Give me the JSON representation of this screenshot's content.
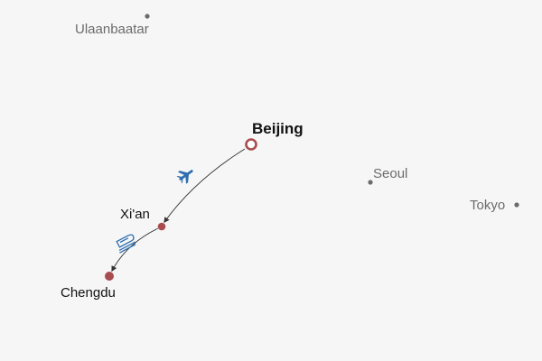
{
  "map": {
    "background": "#f6f6f6",
    "route_color": "#333333",
    "stop_color": "#a84c50",
    "city_dot_color": "#6b6b6b",
    "transport_icon_color": "#2f6fb0"
  },
  "cities": {
    "ulaanbaatar": {
      "name": "Ulaanbaatar",
      "role": "reference"
    },
    "beijing": {
      "name": "Beijing",
      "role": "origin"
    },
    "seoul": {
      "name": "Seoul",
      "role": "reference"
    },
    "tokyo": {
      "name": "Tokyo",
      "role": "reference"
    },
    "xian": {
      "name": "Xi'an",
      "role": "stop"
    },
    "chengdu": {
      "name": "Chengdu",
      "role": "destination"
    }
  },
  "route": [
    {
      "from": "Beijing",
      "to": "Xi'an",
      "mode": "airplane-icon"
    },
    {
      "from": "Xi'an",
      "to": "Chengdu",
      "mode": "train-icon"
    }
  ]
}
